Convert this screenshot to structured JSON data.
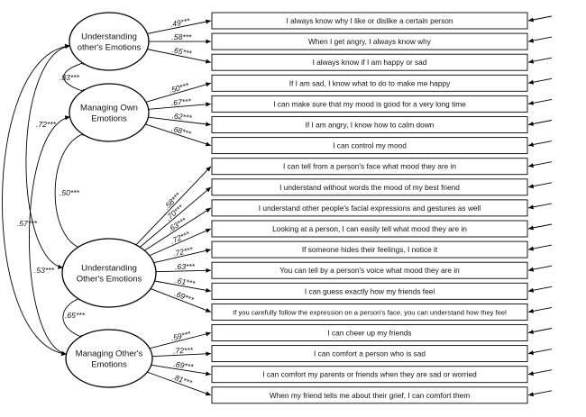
{
  "latents": [
    {
      "id": "uoe",
      "lines": [
        "Understanding",
        "other's Emotions"
      ]
    },
    {
      "id": "moe",
      "lines": [
        "Managing Own",
        "Emotions"
      ]
    },
    {
      "id": "uoe2",
      "lines": [
        "Understanding",
        "Other's Emotions"
      ]
    },
    {
      "id": "mothe",
      "lines": [
        "Managing Other's",
        "Emotions"
      ]
    }
  ],
  "items": [
    {
      "text": "I always know why I like or dislike a certain person",
      "loading": ".49***",
      "factor": 0
    },
    {
      "text": "When I get angry, I always know why",
      "loading": ".58***",
      "factor": 0
    },
    {
      "text": "I always know if I am happy or sad",
      "loading": ".65***",
      "factor": 0
    },
    {
      "text": "If I am sad, I know what to do to make me happy",
      "loading": ".50***",
      "factor": 1
    },
    {
      "text": "I can make sure that my mood is good for a very long time",
      "loading": ".67***",
      "factor": 1
    },
    {
      "text": "If I am angry, I know how to calm down",
      "loading": ".62***",
      "factor": 1
    },
    {
      "text": "I can control my mood",
      "loading": ".68***",
      "factor": 1
    },
    {
      "text": "I can tell from a person's face what mood they are in",
      "loading": ".58***",
      "factor": 2
    },
    {
      "text": "I understand without words the mood of my best friend",
      "loading": ".70***",
      "factor": 2
    },
    {
      "text": "I understand other people's facial expressions and gestures as well",
      "loading": ".63***",
      "factor": 2
    },
    {
      "text": "Looking at a person, I can easily tell what mood they are in",
      "loading": ".72***",
      "factor": 2
    },
    {
      "text": "If someone hides their feelings, I notice it",
      "loading": ".72***",
      "factor": 2
    },
    {
      "text": "You can tell by a person's voice what mood they are in",
      "loading": ".63***",
      "factor": 2
    },
    {
      "text": "I can guess exactly how my friends feel",
      "loading": ".61***",
      "factor": 2
    },
    {
      "text": "If you carefully follow the expression on a person's face, you can understand how they feel",
      "loading": ".69***",
      "factor": 2
    },
    {
      "text": "I can cheer up my friends",
      "loading": ".59***",
      "factor": 3
    },
    {
      "text": "I can comfort a person who is sad",
      "loading": ".72***",
      "factor": 3
    },
    {
      "text": "I can comfort my parents or friends when they are sad or worried",
      "loading": ".69***",
      "factor": 3
    },
    {
      "text": "When my friend tells me about their grief, I can comfort them",
      "loading": ".81***",
      "factor": 3
    }
  ],
  "correlations": [
    {
      "from": 0,
      "to": 1,
      "value": ".83***"
    },
    {
      "from": 1,
      "to": 2,
      "value": ".50***"
    },
    {
      "from": 2,
      "to": 3,
      "value": ".65***"
    },
    {
      "from": 0,
      "to": 2,
      "value": ".72***"
    },
    {
      "from": 1,
      "to": 3,
      "value": ".53***"
    },
    {
      "from": 0,
      "to": 3,
      "value": ".57***"
    }
  ]
}
